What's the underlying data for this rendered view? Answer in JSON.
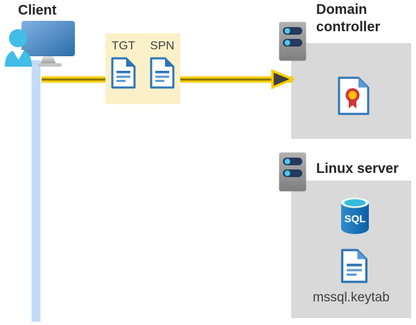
{
  "client": {
    "label": "Client"
  },
  "tickets": {
    "items": [
      {
        "label": "TGT"
      },
      {
        "label": "SPN"
      }
    ]
  },
  "domain_controller": {
    "label": "Domain controller"
  },
  "linux_server": {
    "label": "Linux server",
    "database_label": "SQL",
    "keytab_label": "mssql.keytab"
  },
  "colors": {
    "arrow_yellow": "#F6CD01",
    "arrow_core": "#8E7A03",
    "arrowhead_dark": "#404040",
    "ticket_box_yellow": "#FAF1C9",
    "panel_gray": "#D9D9D9",
    "timeline_blue": "#C3DBF7",
    "document_blue": "#2E75B6",
    "document_blue_light": "#5B9BD5",
    "person_cyan": "#41BDE8",
    "server_pill_navy": "#243A5E",
    "server_led_cyan": "#52C7EA",
    "sql_blue": "#1272BA",
    "sql_top_cyan": "#35BCE0",
    "ribbon_red": "#D13438",
    "ribbon_gold": "#FFC000",
    "text_dark": "#262626"
  }
}
